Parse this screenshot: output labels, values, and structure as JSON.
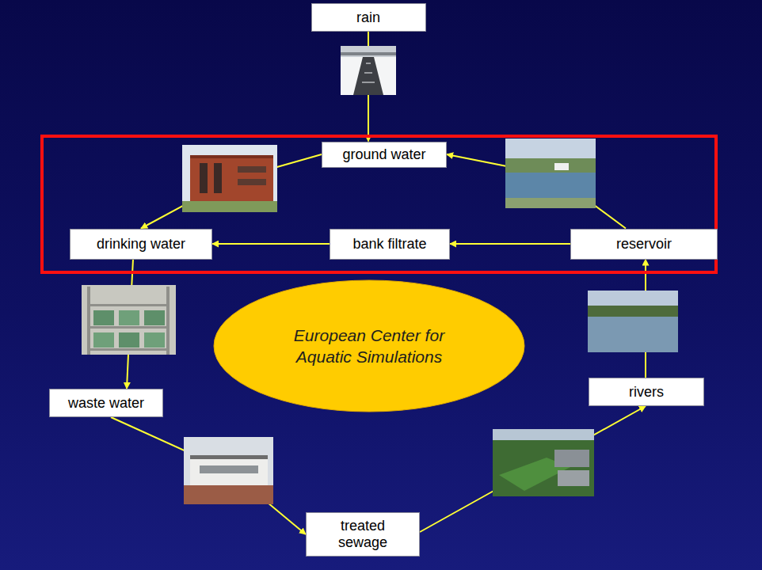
{
  "diagram": {
    "nodes": [
      {
        "text": [
          "rain"
        ]
      },
      {
        "text": [
          "ground water"
        ]
      },
      {
        "text": [
          "drinking water"
        ]
      },
      {
        "text": [
          "bank filtrate"
        ]
      },
      {
        "text": [
          "reservoir"
        ]
      },
      {
        "text": [
          "European Center for Aquatic Simulations"
        ]
      },
      {
        "text": [
          "waste water"
        ]
      },
      {
        "text": [
          "rivers"
        ]
      },
      {
        "text": [
          "treated sewage"
        ]
      }
    ],
    "edges": [
      {
        "from": 0,
        "to": 1,
        "arrow": "to"
      },
      {
        "from": 4,
        "to": 1,
        "arrow": "to"
      },
      {
        "from": 1,
        "to": 2,
        "arrow": "to"
      },
      {
        "from": 4,
        "to": 3,
        "arrow": "to"
      },
      {
        "from": 3,
        "to": 2,
        "arrow": "to"
      },
      {
        "from": 2,
        "to": 6,
        "arrow": "to"
      },
      {
        "from": 6,
        "to": 8,
        "arrow": "to"
      },
      {
        "from": 8,
        "to": 7,
        "arrow": "to"
      },
      {
        "from": 7,
        "to": 4,
        "arrow": "to"
      }
    ]
  }
}
